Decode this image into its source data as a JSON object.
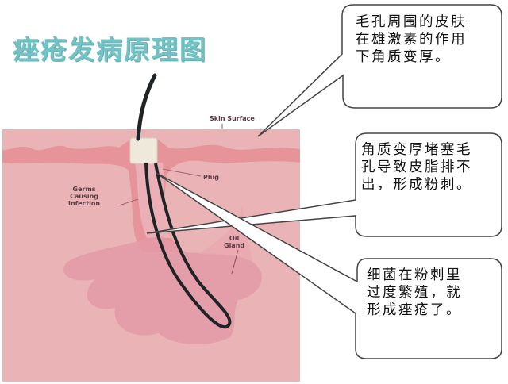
{
  "title": "痤疮发病原理图",
  "colors": {
    "title": "#74c2c4",
    "skin_background": "#eab4b6",
    "epidermis_band": "#e6949a",
    "gland": "#e7a7b0",
    "plug": "#efe9dc",
    "hair": "#1e2325",
    "callout_border": "#444444"
  },
  "diagram_labels": {
    "skin_surface": "Skin Surface",
    "plug": "Plug",
    "germs": [
      "Germs",
      "Causing",
      "Infection"
    ],
    "oil_gland": [
      "Oil",
      "Gland"
    ]
  },
  "callouts": [
    {
      "lines": [
        "毛孔周围的皮肤",
        "在雄激素的作用",
        "下角质变厚。"
      ],
      "points_to": "skin_surface"
    },
    {
      "lines": [
        "角质变厚堵塞毛",
        "孔导致皮脂排不",
        "出，形成粉刺。"
      ],
      "points_to": "follicle"
    },
    {
      "lines": [
        "细菌在粉刺里",
        "过度繁殖，就",
        "形成痤疮了。"
      ],
      "points_to": "plug"
    }
  ]
}
